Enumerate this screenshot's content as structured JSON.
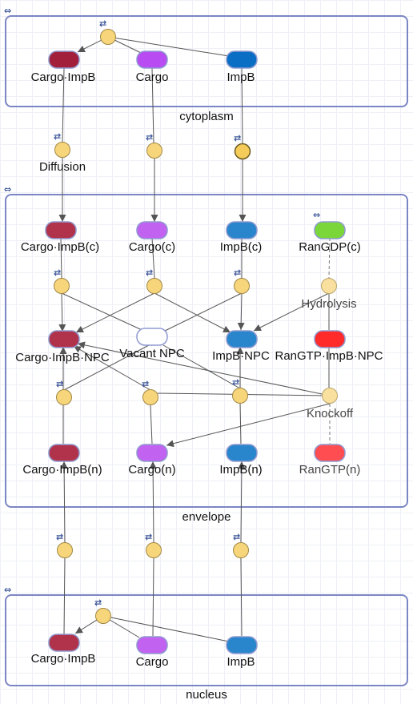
{
  "compartments": {
    "cytoplasm": "cytoplasm",
    "envelope": "envelope",
    "nucleus": "nucleus"
  },
  "species": {
    "cyto_cargo_impb": "Cargo·ImpB",
    "cyto_cargo": "Cargo",
    "cyto_impb": "ImpB",
    "env_cargo_impb_c": "Cargo·ImpB(c)",
    "env_cargo_c": "Cargo(c)",
    "env_impb_c": "ImpB(c)",
    "env_rangdp_c": "RanGDP(c)",
    "env_cargo_impb_npc": "Cargo·ImpB·NPC",
    "env_vacant_npc": "Vacant NPC",
    "env_impb_npc": "ImpB·NPC",
    "env_rangtp_impb_npc": "RanGTP·ImpB·NPC",
    "env_cargo_impb_n": "Cargo·ImpB(n)",
    "env_cargo_n": "Cargo(n)",
    "env_impb_n": "ImpB(n)",
    "env_rangtp_n": "RanGTP(n)",
    "nuc_cargo_impb": "Cargo·ImpB",
    "nuc_cargo": "Cargo",
    "nuc_impb": "ImpB"
  },
  "reactions": {
    "diffusion": "Diffusion",
    "hydrolysis": "Hydrolysis",
    "knockoff": "Knockoff"
  },
  "icons": {
    "reversible": "⇄",
    "compartment": "⇔"
  },
  "colors": {
    "compartment_border": "#7b86c4",
    "cargo_impb": "#a3203a",
    "cargo_impb_env": "#b0334b",
    "cargo": "#b84cf2",
    "cargo_env": "#c262f0",
    "impb_cyto": "#0a6fc4",
    "impb": "#2a86cc",
    "rangdp": "#7bd63a",
    "rangtp_npc": "#ff2a2a",
    "rangtp_n": "#ff4d52",
    "vacant": "#ffffff",
    "reaction": "#f7d57b"
  }
}
